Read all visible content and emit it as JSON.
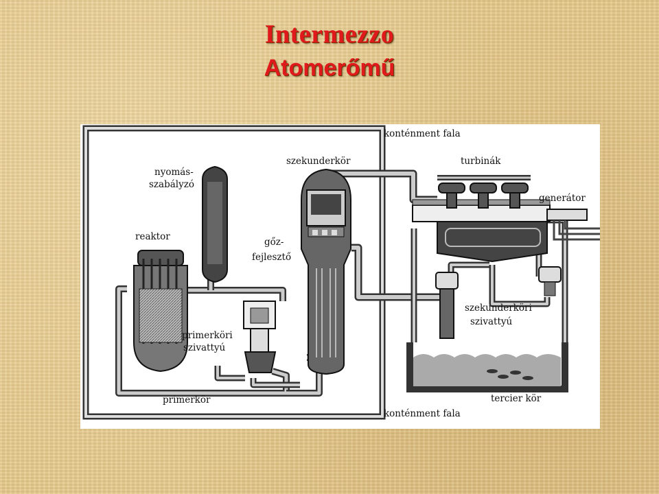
{
  "title": "Intermezzo",
  "subtitle": "Atomerőmű",
  "labels": {
    "kontenment_top": "konténment fala",
    "kontenment_bottom": "konténment fala",
    "szekunderkor": "szekunderkör",
    "turbinak": "turbinák",
    "generator": "generátor",
    "nyomas_1": "nyomás-",
    "nyomas_2": "szabályzó",
    "reaktor": "reaktor",
    "goz_1": "gőz-",
    "goz_2": "fejlesztő",
    "primer_pump_1": "primerköri",
    "primer_pump_2": "szivattyú",
    "primerkor": "primerkör",
    "szek_pump_1": "szekunderköri",
    "szek_pump_2": "szivattyú",
    "tercier": "tercier kör"
  }
}
